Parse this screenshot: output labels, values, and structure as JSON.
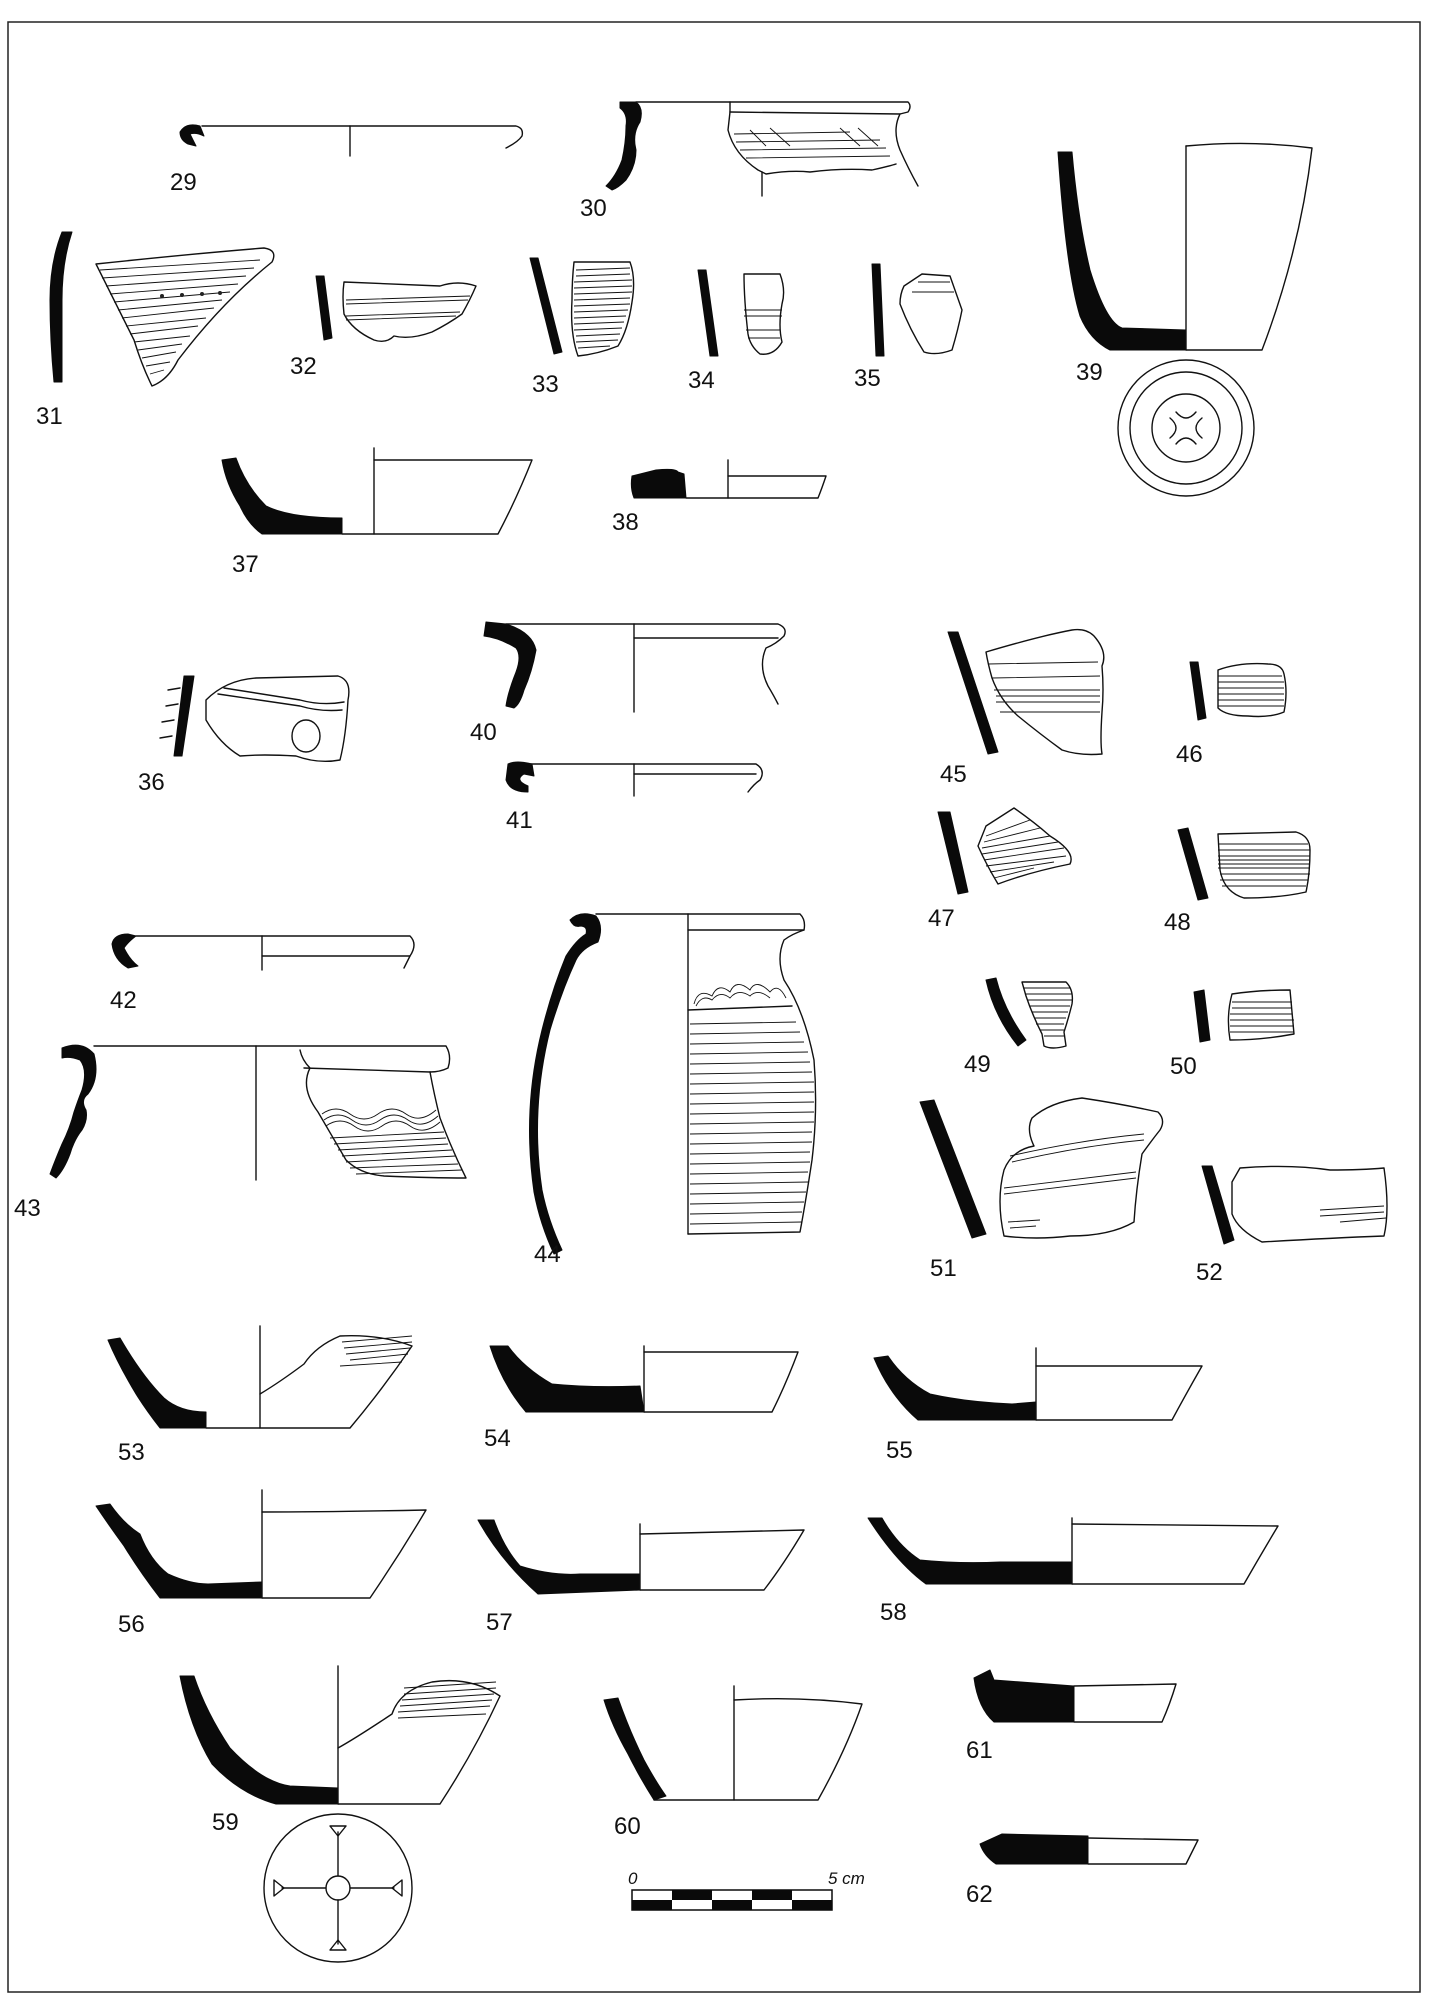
{
  "plate": {
    "figures": [
      {
        "label": "29"
      },
      {
        "label": "30"
      },
      {
        "label": "31"
      },
      {
        "label": "32"
      },
      {
        "label": "33"
      },
      {
        "label": "34"
      },
      {
        "label": "35"
      },
      {
        "label": "36"
      },
      {
        "label": "37"
      },
      {
        "label": "38"
      },
      {
        "label": "39"
      },
      {
        "label": "40"
      },
      {
        "label": "41"
      },
      {
        "label": "42"
      },
      {
        "label": "43"
      },
      {
        "label": "44"
      },
      {
        "label": "45"
      },
      {
        "label": "46"
      },
      {
        "label": "47"
      },
      {
        "label": "48"
      },
      {
        "label": "49"
      },
      {
        "label": "50"
      },
      {
        "label": "51"
      },
      {
        "label": "52"
      },
      {
        "label": "53"
      },
      {
        "label": "54"
      },
      {
        "label": "55"
      },
      {
        "label": "56"
      },
      {
        "label": "57"
      },
      {
        "label": "58"
      },
      {
        "label": "59"
      },
      {
        "label": "60"
      },
      {
        "label": "61"
      },
      {
        "label": "62"
      }
    ],
    "scale_bar": {
      "start_label": "0",
      "end_label": "5 cm"
    },
    "colors": {
      "ink": "#111111",
      "section_fill": "#0a0a0a",
      "background": "#ffffff"
    }
  }
}
